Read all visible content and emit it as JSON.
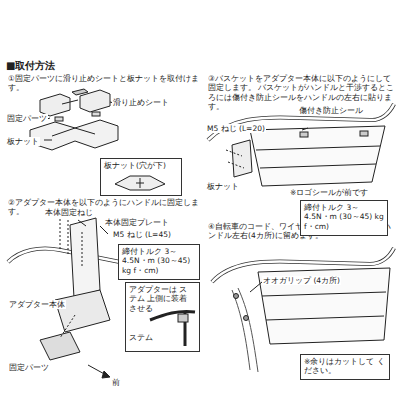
{
  "diagram": {
    "title": "■取付方法",
    "nodes": [
      {
        "text": [
          "板ナット(穴が下)"
        ]
      },
      {
        "text": [
          "締付トルク 3～4.5N・m (30～45) kg f・cm)"
        ]
      },
      {
        "text": [
          "アダプターは ステム 上側に装着させる",
          "ステム"
        ]
      },
      {
        "text": [
          "締付トルク 3～4.5N・m (30～45) kg f・cm)"
        ]
      },
      {
        "text": [
          "※余りはカットして ください。"
        ]
      }
    ],
    "labels": [
      "①固定パーツに滑り止めシートと板ナットを取付けます。",
      "固定パーツ",
      "滑り止めシート",
      "板ナット",
      "②アダプター本体を以下のようにハンドルに固定します。",
      "本体固定ねじ",
      "本体固定プレート",
      "M5 ねじ (L=45)",
      "アダプター本体",
      "固定パーツ",
      "前",
      "③バスケットをアダプター本体に以下のようにして固定します。 バスケットがハンドルと干渉するところには傷付き防止シールをハンドルの左右に貼ります。",
      "M5 ねじ (L=20)",
      "傷付き防止シール",
      "※ロゴシールが前です",
      "板ナット",
      "④自転車のコード、ワイヤー類をオオガリップでハンドル左右(4カ所)に留めます。",
      "オオガリップ (4カ所)"
    ]
  }
}
